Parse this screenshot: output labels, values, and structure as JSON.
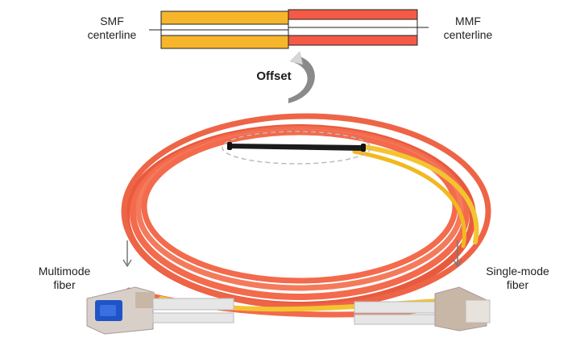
{
  "labels": {
    "smf": "SMF\ncenterline",
    "mmf": "MMF\ncenterline",
    "offset": "Offset",
    "multimode": "Multimode\nfiber",
    "singlemode": "Single-mode\nfiber"
  },
  "colors": {
    "smf_fiber": "#f7b52c",
    "mmf_fiber": "#f45a45",
    "patch_cable": "#f36a4c",
    "cable_sm_segment": "#f4c430",
    "splice_sleeve": "#1b1b1b",
    "connector_blue": "#1f54c8",
    "connector_beige": "#c8b7a6"
  },
  "icons": [
    "curved-arrow-icon",
    "down-arrow-icon"
  ]
}
